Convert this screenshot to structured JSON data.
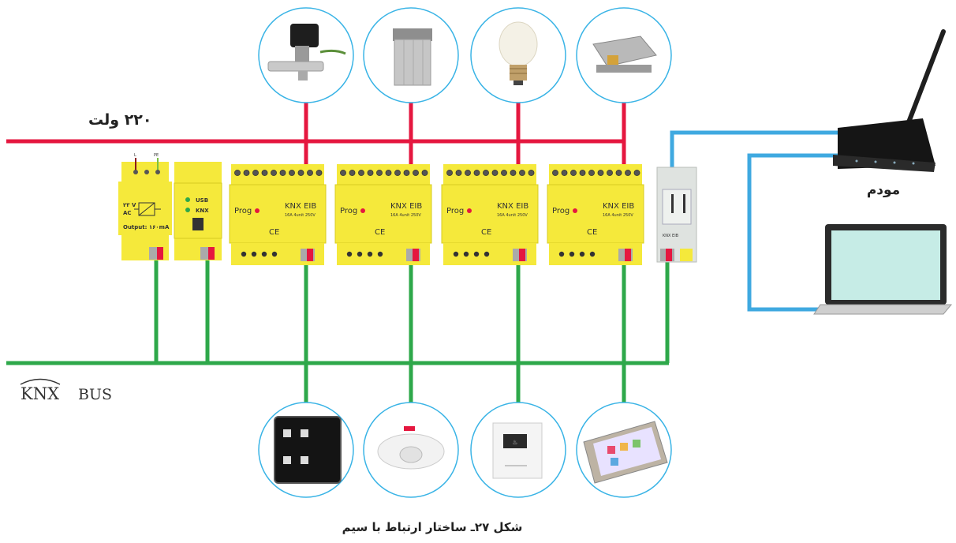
{
  "labels": {
    "voltage_line": "۲۲۰ ولت",
    "bus_label": "BUS",
    "modem_label": "مودم",
    "caption": "شکل ۲۷ـ ساختار ارتباط با سیم",
    "knx_logo": "KNX"
  },
  "power_supply": {
    "terminal_l": "L",
    "terminal_pe": "PE",
    "ac_value": "۲۳ V",
    "ac_label": "AC",
    "output": "Output: ۱۶۰mA"
  },
  "usb_interface": {
    "usb_label": "USB",
    "knx_label": "KNX"
  },
  "actuators": [
    {
      "prog_label": "Prog",
      "brand": "KNX EIB",
      "specs": "16A  4unit  250V",
      "ce": "CE"
    },
    {
      "prog_label": "Prog",
      "brand": "KNX EIB",
      "specs": "16A  4unit  250V",
      "ce": "CE"
    },
    {
      "prog_label": "Prog",
      "brand": "KNX EIB",
      "specs": "16A  4unit  250V",
      "ce": "CE"
    },
    {
      "prog_label": "Prog",
      "brand": "KNX EIB",
      "specs": "16A  4unit  250V",
      "ce": "CE"
    }
  ],
  "ip_router": {
    "brand": "KNX EIB"
  },
  "top_devices": [
    "gas-valve-icon",
    "curtain-motor-icon",
    "light-bulb-icon",
    "hvac-unit-icon"
  ],
  "bottom_devices": [
    "touch-switch-icon",
    "presence-sensor-icon",
    "thermostat-icon",
    "touch-panel-icon"
  ],
  "colors": {
    "power_line": "#e5173f",
    "bus_line": "#2ea84a",
    "network_line": "#3fa9e0",
    "module_yellow": "#f5e93b",
    "circle_stroke": "#3ab4e6"
  }
}
